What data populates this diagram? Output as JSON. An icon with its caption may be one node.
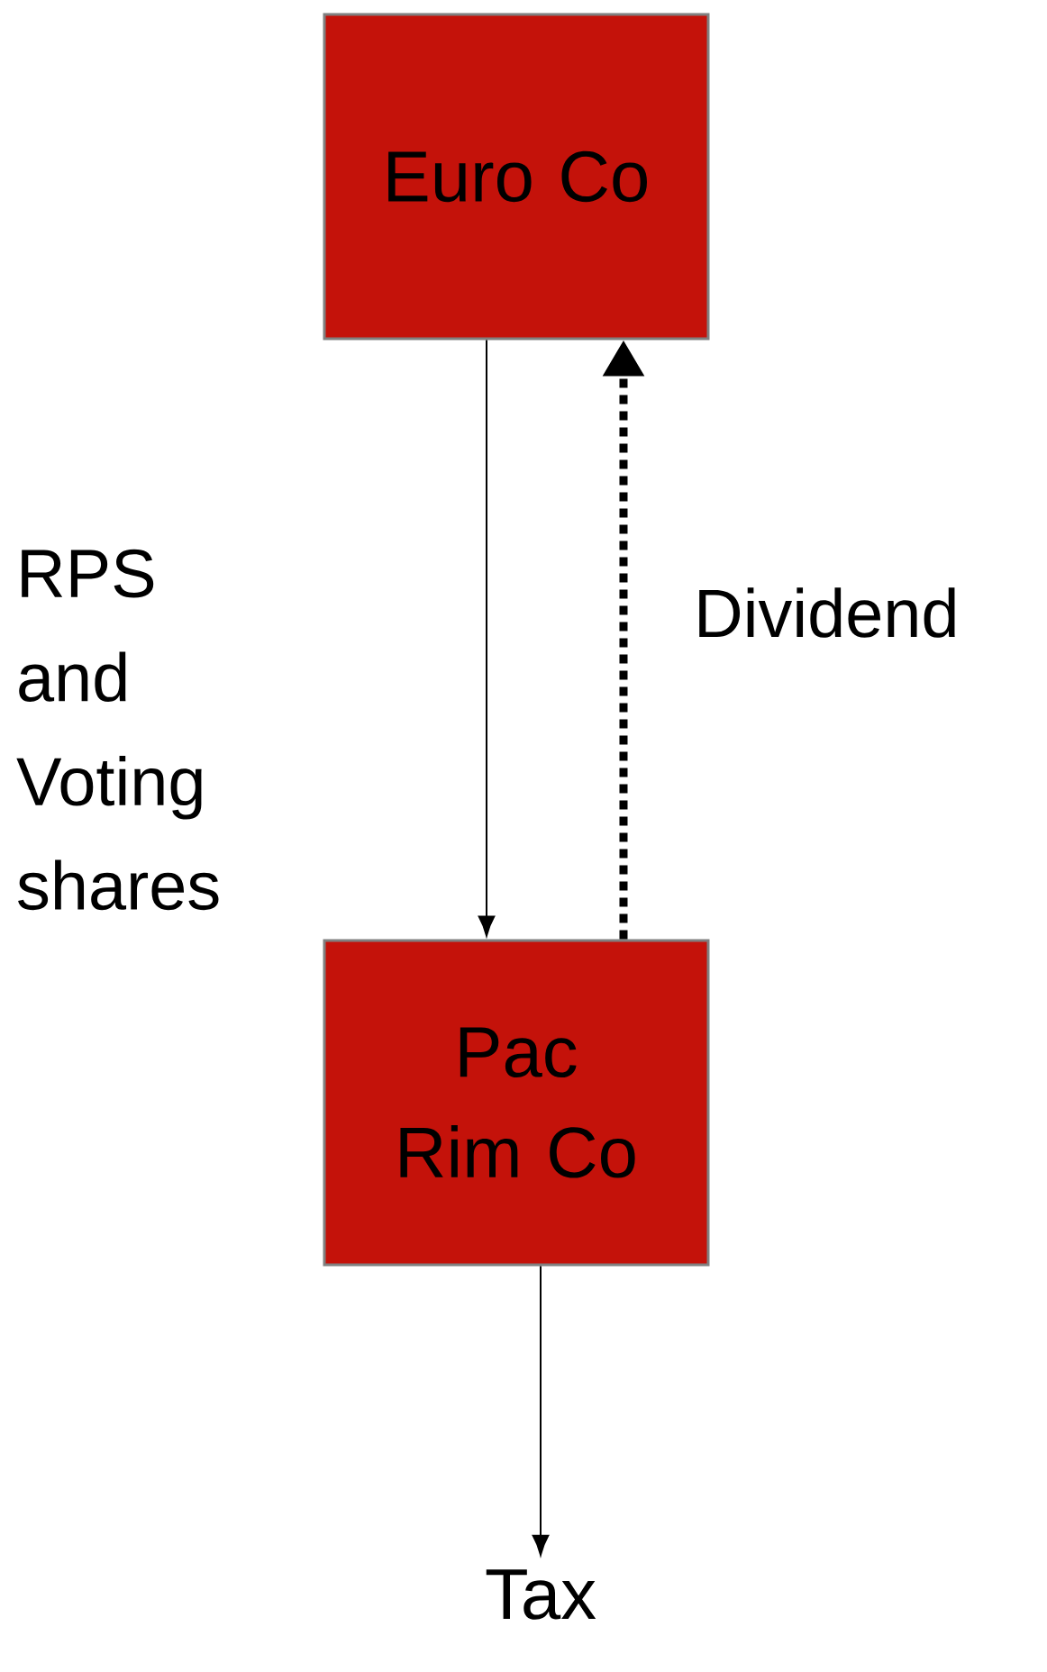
{
  "diagram": {
    "nodes": [
      {
        "text": [
          "Euro Co"
        ]
      },
      {
        "text": [
          "Pac Rim Co"
        ]
      },
      {
        "text": [
          "Tax"
        ]
      }
    ],
    "edges": [
      {
        "from": 0,
        "to": 1,
        "arrow": "to",
        "label": "RPS and Voting shares"
      },
      {
        "from": 1,
        "to": 0,
        "arrow": "to",
        "label": "Dividend",
        "style": "dashed"
      },
      {
        "from": 1,
        "to": 2,
        "arrow": "to"
      }
    ]
  }
}
